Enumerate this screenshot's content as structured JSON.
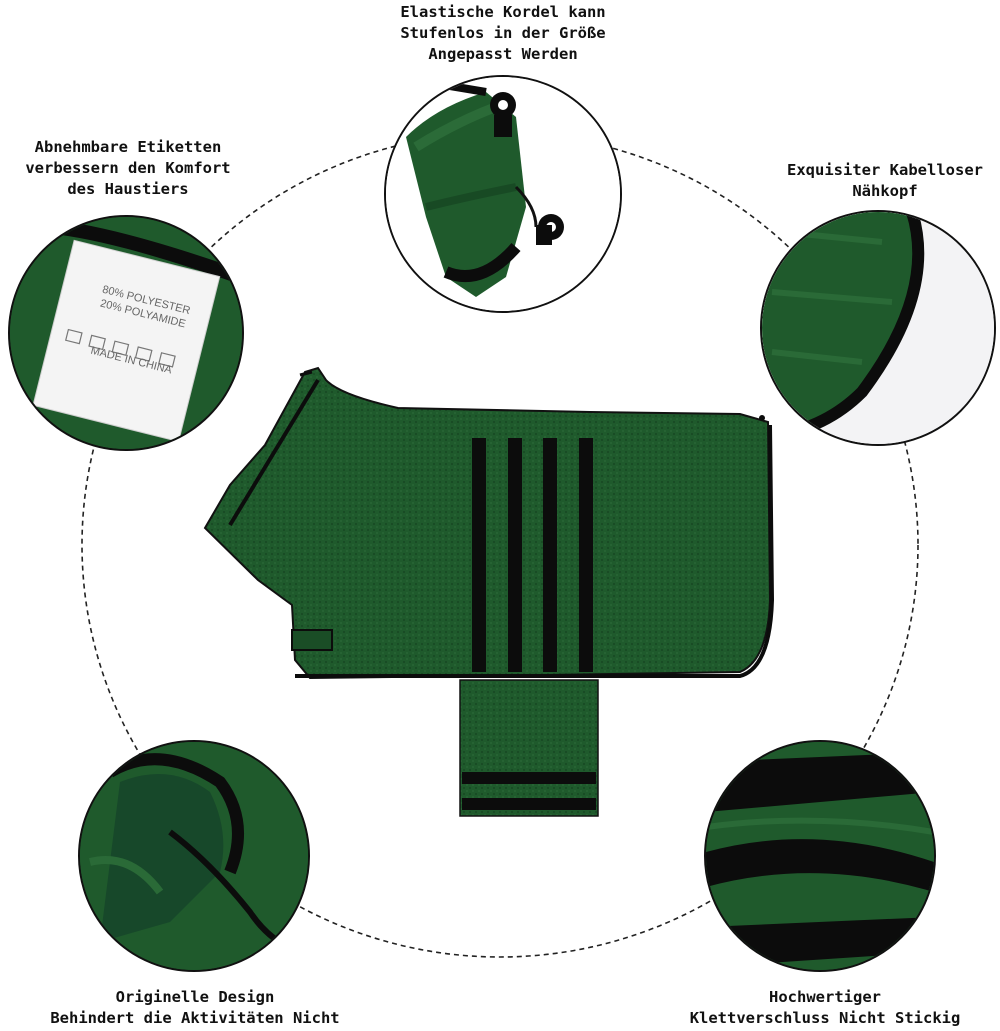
{
  "captions": {
    "top": [
      "Elastische Kordel kann",
      "Stufenlos in der Größe",
      "Angepasst Werden"
    ],
    "left": [
      "Abnehmbare Etiketten",
      "verbessern den Komfort",
      "des Haustiers"
    ],
    "right": [
      "Exquisiter Kabelloser",
      "Nähkopf"
    ],
    "bottom_left": [
      "Originelle Design",
      "Behindert die Aktivitäten Nicht"
    ],
    "bottom_right": [
      "Hochwertiger",
      "Klettverschluss Nicht Stickig"
    ]
  },
  "care_label": {
    "line1": "80% POLYESTER",
    "line2": "20% POLYAMIDE",
    "line3": "MADE IN CHINA"
  },
  "colors": {
    "fabric_green": "#1f5a2c",
    "fabric_dark": "#143f1e",
    "trim_black": "#0c0c0c",
    "dashed_ring": "#222222"
  }
}
